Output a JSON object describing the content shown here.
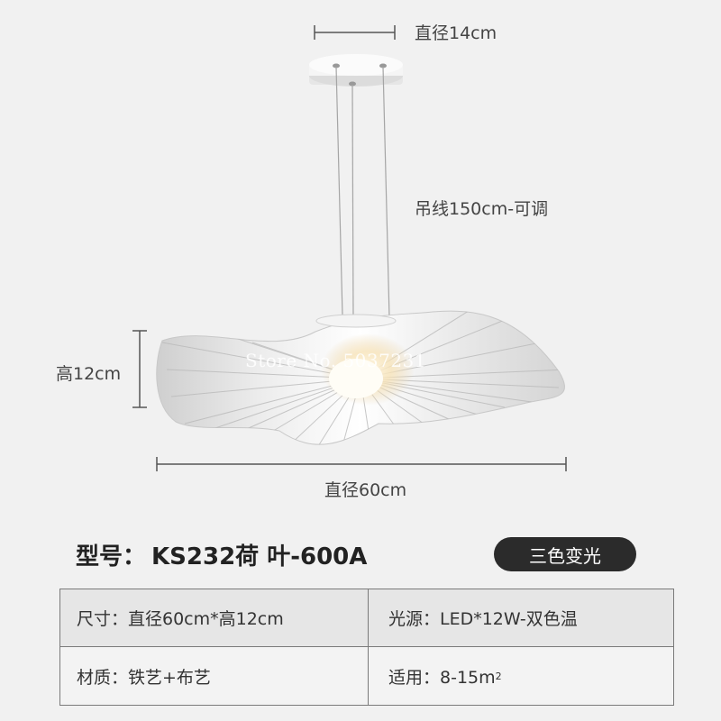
{
  "dimensions": {
    "canopy_diameter": "直径14cm",
    "cable_length": "吊线150cm-可调",
    "height": "高12cm",
    "shade_diameter": "直径60cm"
  },
  "watermark": "Store No. 5037231",
  "model": {
    "prefix": "型号：",
    "code": "KS232荷 叶-600A"
  },
  "badge": "三色变光",
  "specs": {
    "size": "尺寸：直径60cm*高12cm",
    "light_source": "光源：LED*12W-双色温",
    "material": "材质：铁艺+布艺",
    "area_label": "适用：8-15m",
    "area_superscript": "2"
  },
  "colors": {
    "background": "#f1f1f1",
    "badge_bg": "#2b2b2b",
    "table_border": "#7a7a7a"
  }
}
